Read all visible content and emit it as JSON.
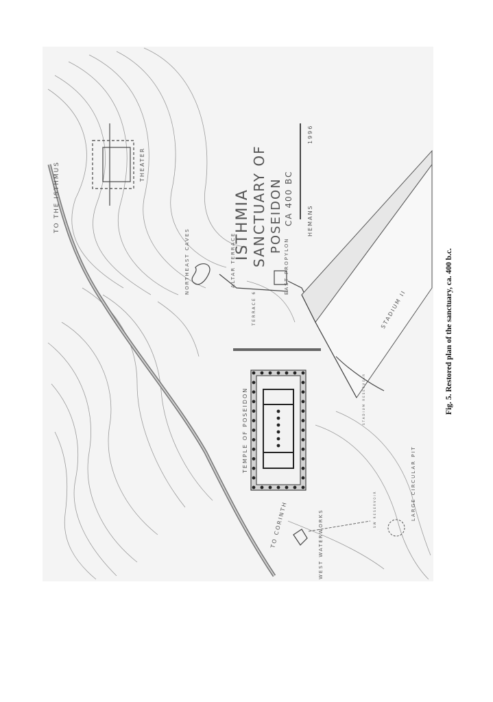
{
  "plan": {
    "title_line1": "ISTHMIA",
    "title_line2": "SANCTUARY OF",
    "title_line3": "POSEIDON",
    "title_line4": "CA 400 BC",
    "drafter": "HEMANS",
    "year": "1996"
  },
  "labels": {
    "to_isthmus": "TO THE ISTHMUS",
    "theater": "THEATER",
    "northeast_caves": "NORTHEAST CAVES",
    "altar_terrace": "ALTAR TERRACE",
    "east_propylon": "EAST PROPYLON",
    "terrace6": "TERRACE 6",
    "stadium": "STADIUM II",
    "temple": "TEMPLE OF POSEIDON",
    "to_corinth": "TO CORINTH",
    "west_waterworks": "WEST WATERWORKS",
    "large_circular_pit": "LARGE CIRCULAR PIT",
    "stadium_reservoir": "STADIUM RESERVOIR",
    "sw_reservoir": "SW RESERVOIR"
  },
  "caption": {
    "text": "Fig. 5. Restored plan of the sanctuary, ca. 400 b.c."
  }
}
